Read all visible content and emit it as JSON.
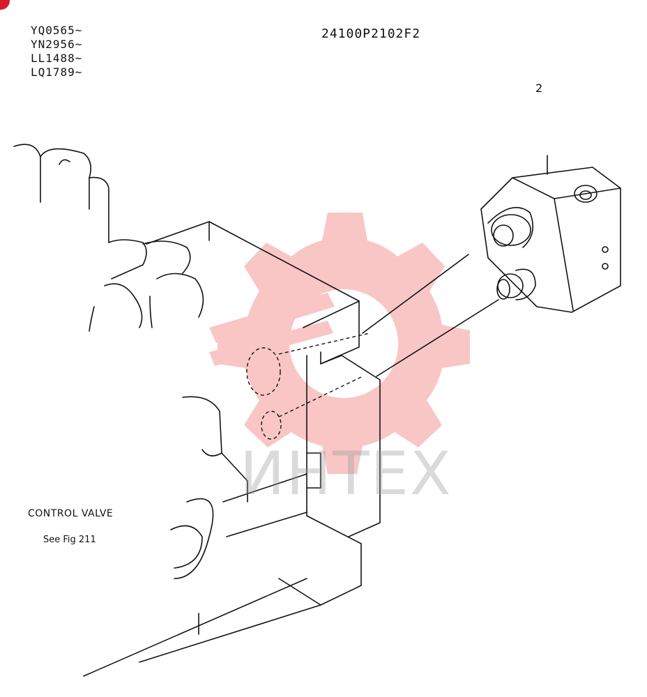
{
  "serial_numbers": [
    "YQ0565~",
    "YN2956~",
    "LL1488~",
    "LQ1789~"
  ],
  "figure_code": "24100P2102F2",
  "callout_number": "2",
  "control_valve_label": "CONTROL VALVE",
  "control_valve_ref": "See Fig 211",
  "watermark": {
    "text": "ИНТЕХ",
    "gear_color": "#f08080",
    "text_color": "#a0a0a0"
  }
}
